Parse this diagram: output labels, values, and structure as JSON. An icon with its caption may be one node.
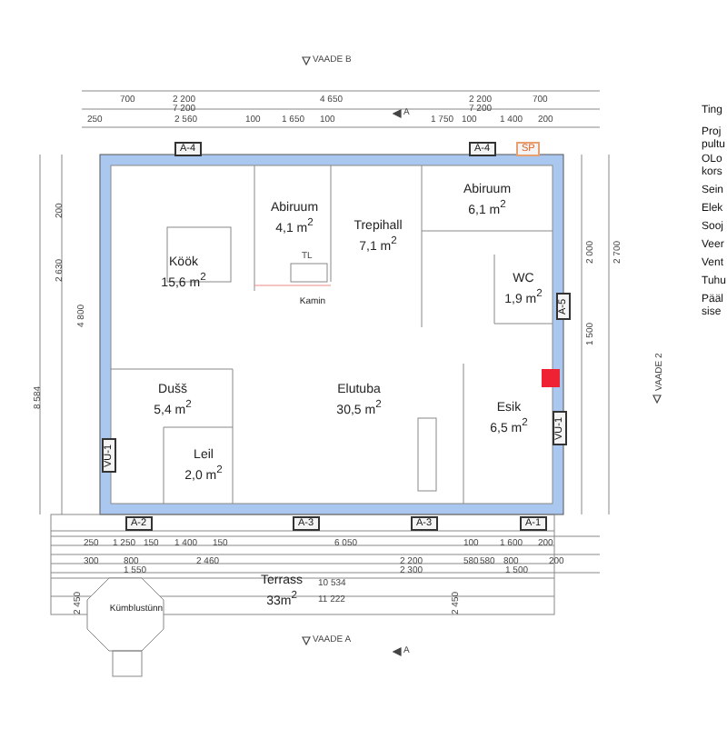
{
  "diagram": {
    "nodes": [
      {
        "text": [
          "Köök",
          "15,6 m$^{2}$"
        ]
      },
      {
        "text": [
          "Abiruum",
          "4,1 m$^{2}$"
        ]
      },
      {
        "text": [
          "Trepihall",
          "7,1 m$^{2}$"
        ]
      },
      {
        "text": [
          "Abiruum",
          "6,1 m$^{2}$"
        ]
      },
      {
        "text": [
          "WC",
          "1,9 m$^{2}$"
        ]
      },
      {
        "text": [
          "Kamin"
        ]
      },
      {
        "text": [
          "Elutuba",
          "30,5 m$^{2}$"
        ]
      },
      {
        "text": [
          "Dušš",
          "5,4 m$^{2}$"
        ]
      },
      {
        "text": [
          "Leil",
          "2,0 m$^{2}$"
        ]
      },
      {
        "text": [
          "Esik",
          "6,5 m$^{2}$"
        ]
      },
      {
        "text": [
          "Terrass",
          "33m$^{2}$"
        ]
      },
      {
        "text": [
          "Kümblustünn"
        ]
      }
    ],
    "edges": [],
    "labels": [
      "VAADE B",
      "A",
      "700",
      "2 200",
      "4 650",
      "2 200",
      "700",
      "7 200",
      "7 200",
      "250",
      "2 560",
      "100",
      "1 650",
      "100",
      "1 750",
      "100",
      "1 400",
      "200",
      "A-4",
      "A-4",
      "SP",
      "TL",
      "200",
      "2 630",
      "4 800",
      "8 584",
      "2 000",
      "2 700",
      "A-5",
      "1 500",
      "VU-1",
      "VU-1",
      "VAADE 2",
      "A-2",
      "A-3",
      "A-3",
      "A-1",
      "250",
      "1 250",
      "150",
      "1 400",
      "150",
      "6 050",
      "100",
      "1 600",
      "200",
      "300",
      "800",
      "2 460",
      "2 200",
      "580",
      "580",
      "800",
      "200",
      "1 550",
      "2 300",
      "1 500",
      "2 450",
      "2 450",
      "10 534",
      "11 222",
      "VAADE A",
      "A",
      "Ting",
      "Proj",
      "pultu",
      "OLo",
      "kors",
      "Sein",
      "Elek",
      "Sooj",
      "Veer",
      "Vent",
      "Tuhu",
      "Pääl",
      "sise"
    ]
  }
}
